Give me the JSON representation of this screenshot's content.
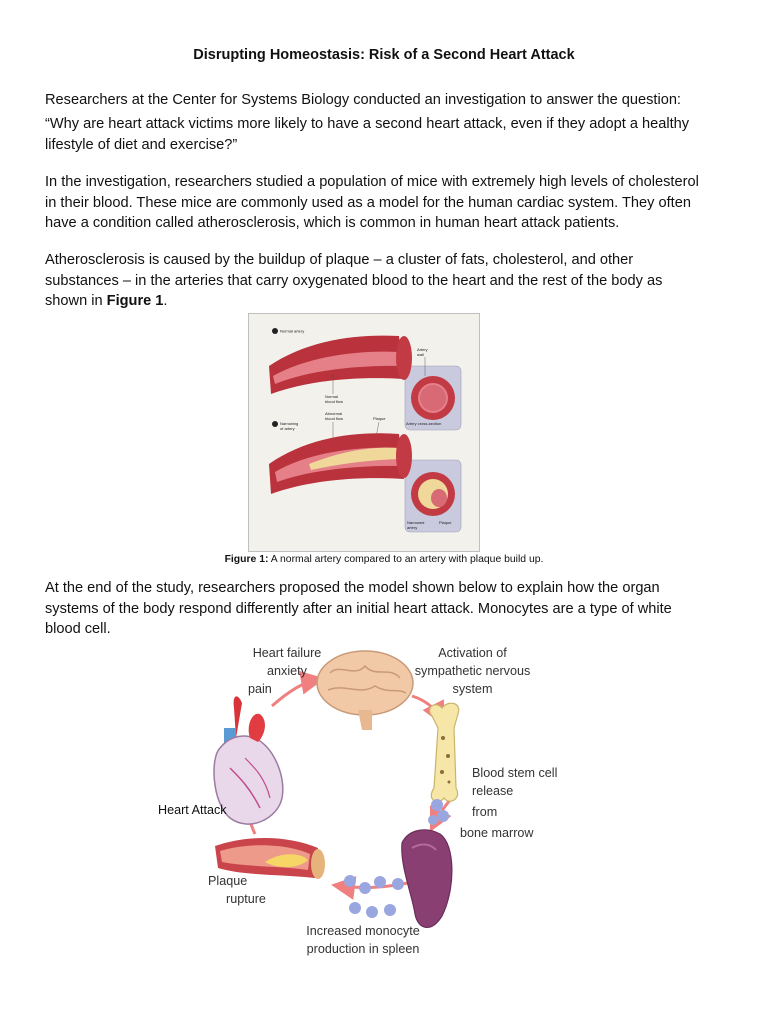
{
  "title": "Disrupting Homeostasis: Risk of a Second Heart Attack",
  "p1": {
    "line1": "Researchers at the Center for Systems Biology conducted an investigation to answer the question:",
    "line2": "“Why are heart attack victims more likely to have a second heart attack, even if they adopt a healthy",
    "line3": "lifestyle of diet and exercise?”"
  },
  "p2": {
    "line1": "In the investigation, researchers studied a population of mice with extremely high levels of cholesterol",
    "line2": "in their blood.  These mice are commonly used as a model for the human cardiac system. They often",
    "line3": "have a condition called atherosclerosis, which is common in human heart attack patients."
  },
  "p3": {
    "line1": "Atherosclerosis is caused by the buildup of plaque – a cluster of fats, cholesterol, and other",
    "line2": "substances – in the arteries that carry oxygenated blood to the heart and the rest of the body as",
    "line3_pre": "shown in ",
    "line3_bold": "Figure 1",
    "line3_post": "."
  },
  "figure1": {
    "label_a": "Normal artery",
    "label_b_line1": "Narrowing",
    "label_b_line2": "of artery",
    "artery_wall_1": "Artery",
    "artery_wall_2": "wall",
    "normal_flow_1": "Normal",
    "normal_flow_2": "blood flow",
    "abnormal_flow_1": "Abnormal",
    "abnormal_flow_2": "blood flow",
    "plaque": "Plaque",
    "cross_section": "Artery cross-section",
    "narrowed_1": "Narrowed",
    "narrowed_2": "artery",
    "plaque2": "Plaque",
    "colors": {
      "artery": "#c23a44",
      "plaque": "#f0d79a",
      "inset": "#c9cadd"
    }
  },
  "caption": {
    "bold": "Figure 1:",
    "text": " A normal artery compared to an artery with plaque build up."
  },
  "p4": {
    "line1": "At the end of the study, researchers proposed the model shown below to explain how the organ",
    "line2": "systems of the body respond differently after an initial heart attack.   Monocytes are a type of white",
    "line3": "blood cell."
  },
  "model": {
    "hf_1": "Heart failure",
    "hf_2": "anxiety",
    "hf_3": "pain",
    "sns_1": "Activation of",
    "sns_2": "sympathetic nervous",
    "sns_3": "system",
    "bsc_1": "Blood stem cell",
    "bsc_2": "release",
    "bsc_3": "from",
    "bsc_4": "bone marrow",
    "ha": "Heart Attack",
    "pr_1": "Plaque",
    "pr_2": "rupture",
    "imp_1": "Increased monocyte",
    "imp_2": "production in spleen",
    "colors": {
      "arrow": "#f08080",
      "brain": "#f2c9a6",
      "spleen": "#8a3f73",
      "monocyte": "#9aa6e0"
    }
  }
}
